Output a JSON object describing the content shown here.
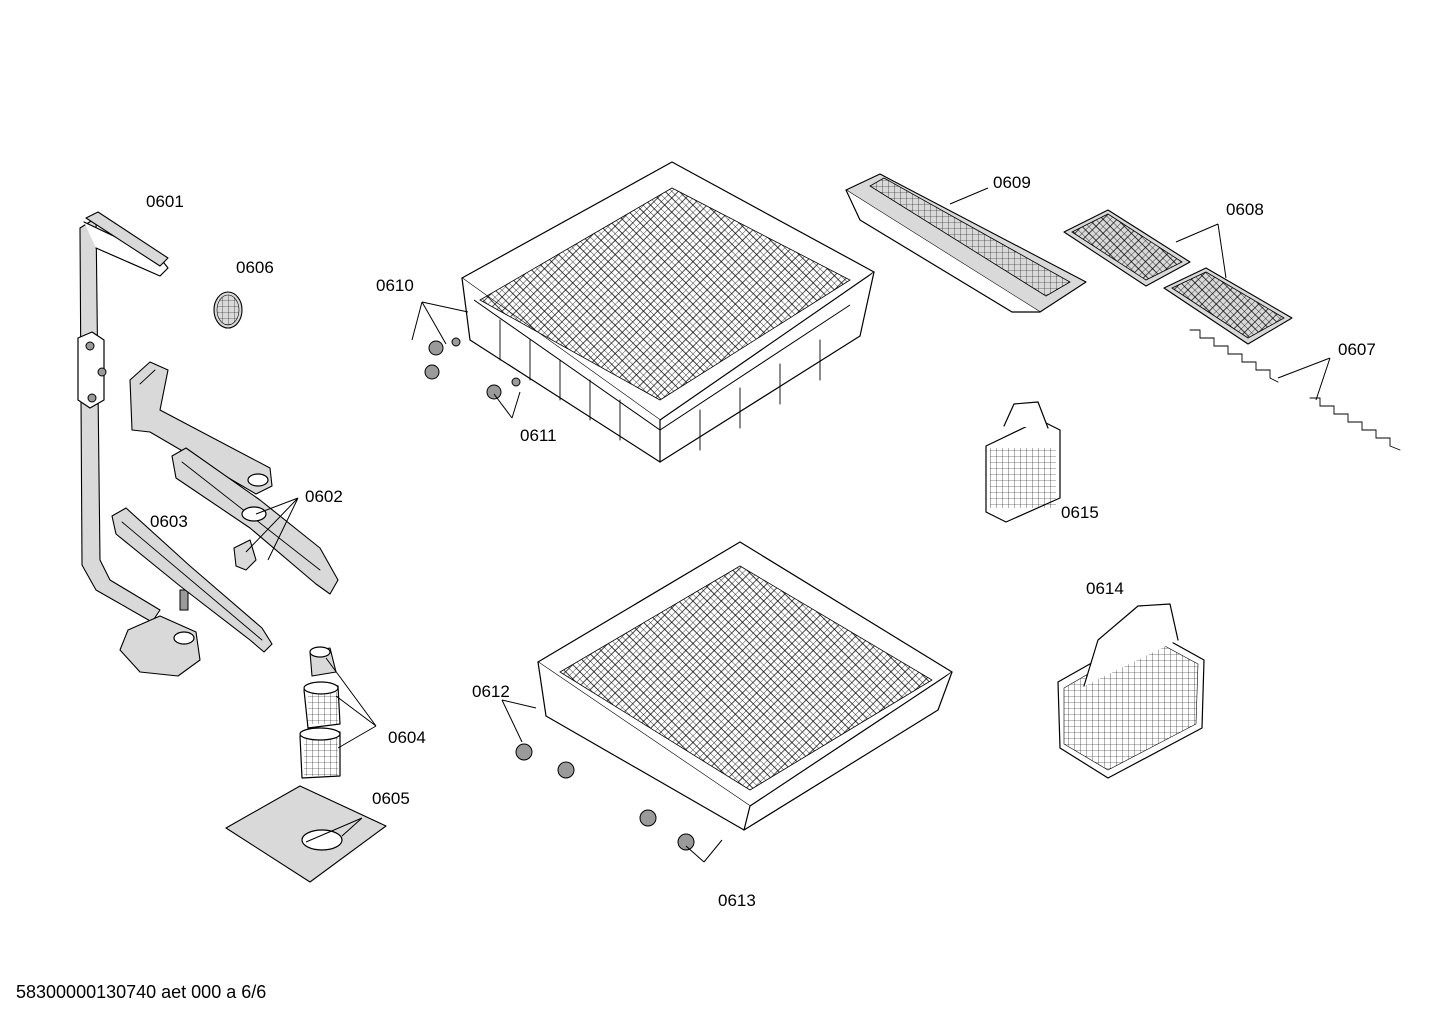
{
  "diagram": {
    "callouts": [
      "0601",
      "0602",
      "0603",
      "0604",
      "0605",
      "0606",
      "0607",
      "0608",
      "0609",
      "0610",
      "0611",
      "0612",
      "0613",
      "0614",
      "0615"
    ],
    "footer": "58300000130740 aet 000 a 6/6"
  }
}
